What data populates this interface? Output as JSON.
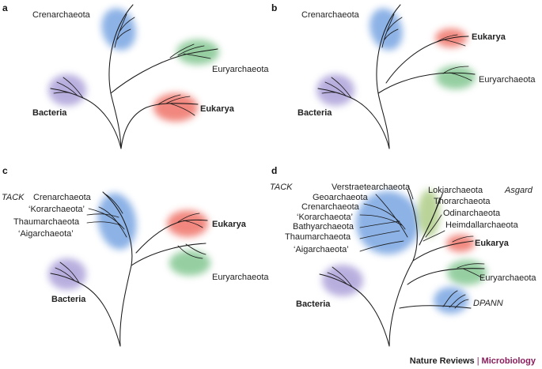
{
  "panels": {
    "a": {
      "letter": "a",
      "labels": {
        "crenarchaeota": "Crenarchaeota",
        "euryarchaeota": "Euryarchaeota",
        "bacteria": "Bacteria",
        "eukarya": "Eukarya"
      }
    },
    "b": {
      "letter": "b",
      "labels": {
        "crenarchaeota": "Crenarchaeota",
        "eukarya": "Eukarya",
        "euryarchaeota": "Euryarchaeota",
        "bacteria": "Bacteria"
      }
    },
    "c": {
      "letter": "c",
      "group": "TACK",
      "labels": {
        "crenarchaeota": "Crenarchaeota",
        "korarchaeota": "‘Korarchaeota’",
        "thaumarchaeota": "Thaumarchaeota",
        "aigarchaeota": "‘Aigarchaeota’",
        "eukarya": "Eukarya",
        "euryarchaeota": "Euryarchaeota",
        "bacteria": "Bacteria"
      }
    },
    "d": {
      "letter": "d",
      "groups": {
        "tack": "TACK",
        "asgard": "Asgard",
        "dpann": "DPANN"
      },
      "labels": {
        "verstraetearchaeota": "Verstraetearchaeota",
        "geoarchaeota": "Geoarchaeota",
        "crenarchaeota": "Crenarchaeota",
        "korarchaeota": "‘Korarchaeota’",
        "bathyarchaeota": "Bathyarchaeota",
        "thaumarchaeota": "Thaumarchaeota",
        "aigarchaeota": "‘Aigarchaeota’",
        "lokiarchaeota": "Lokiarchaeota",
        "thorarchaeota": "Thorarchaeota",
        "odinarchaeota": "Odinarchaeota",
        "heimdallarchaeota": "Heimdallarchaeota",
        "eukarya": "Eukarya",
        "euryarchaeota": "Euryarchaeota",
        "bacteria": "Bacteria"
      }
    }
  },
  "colors": {
    "blue": "#6f9fe0",
    "green": "#7cc38a",
    "red": "#ee6a5f",
    "purple": "#a79bd7",
    "olive": "#a9c97f"
  },
  "footer": {
    "journal": "Nature Reviews",
    "separator": "|",
    "subject": "Microbiology"
  }
}
